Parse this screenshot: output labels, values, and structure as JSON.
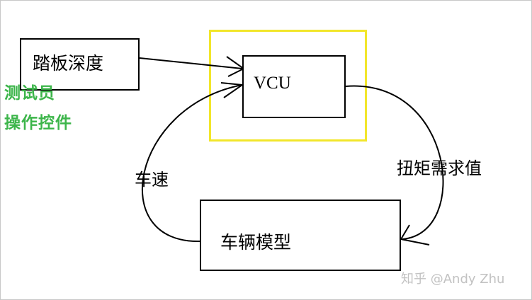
{
  "boxes": {
    "pedal_depth": "踏板深度",
    "vcu": "VCU",
    "vehicle_model": "车辆模型"
  },
  "tester": {
    "line1": "测试员",
    "line2": "操作控件"
  },
  "edges": {
    "vehicle_speed": "车速",
    "torque_demand": "扭矩需求值"
  },
  "watermark": "知乎 @Andy Zhu",
  "colors": {
    "highlight_border": "#f2e62a",
    "tester_text": "#3cb54a",
    "watermark": "#c2c2c2",
    "stroke": "#000000"
  }
}
